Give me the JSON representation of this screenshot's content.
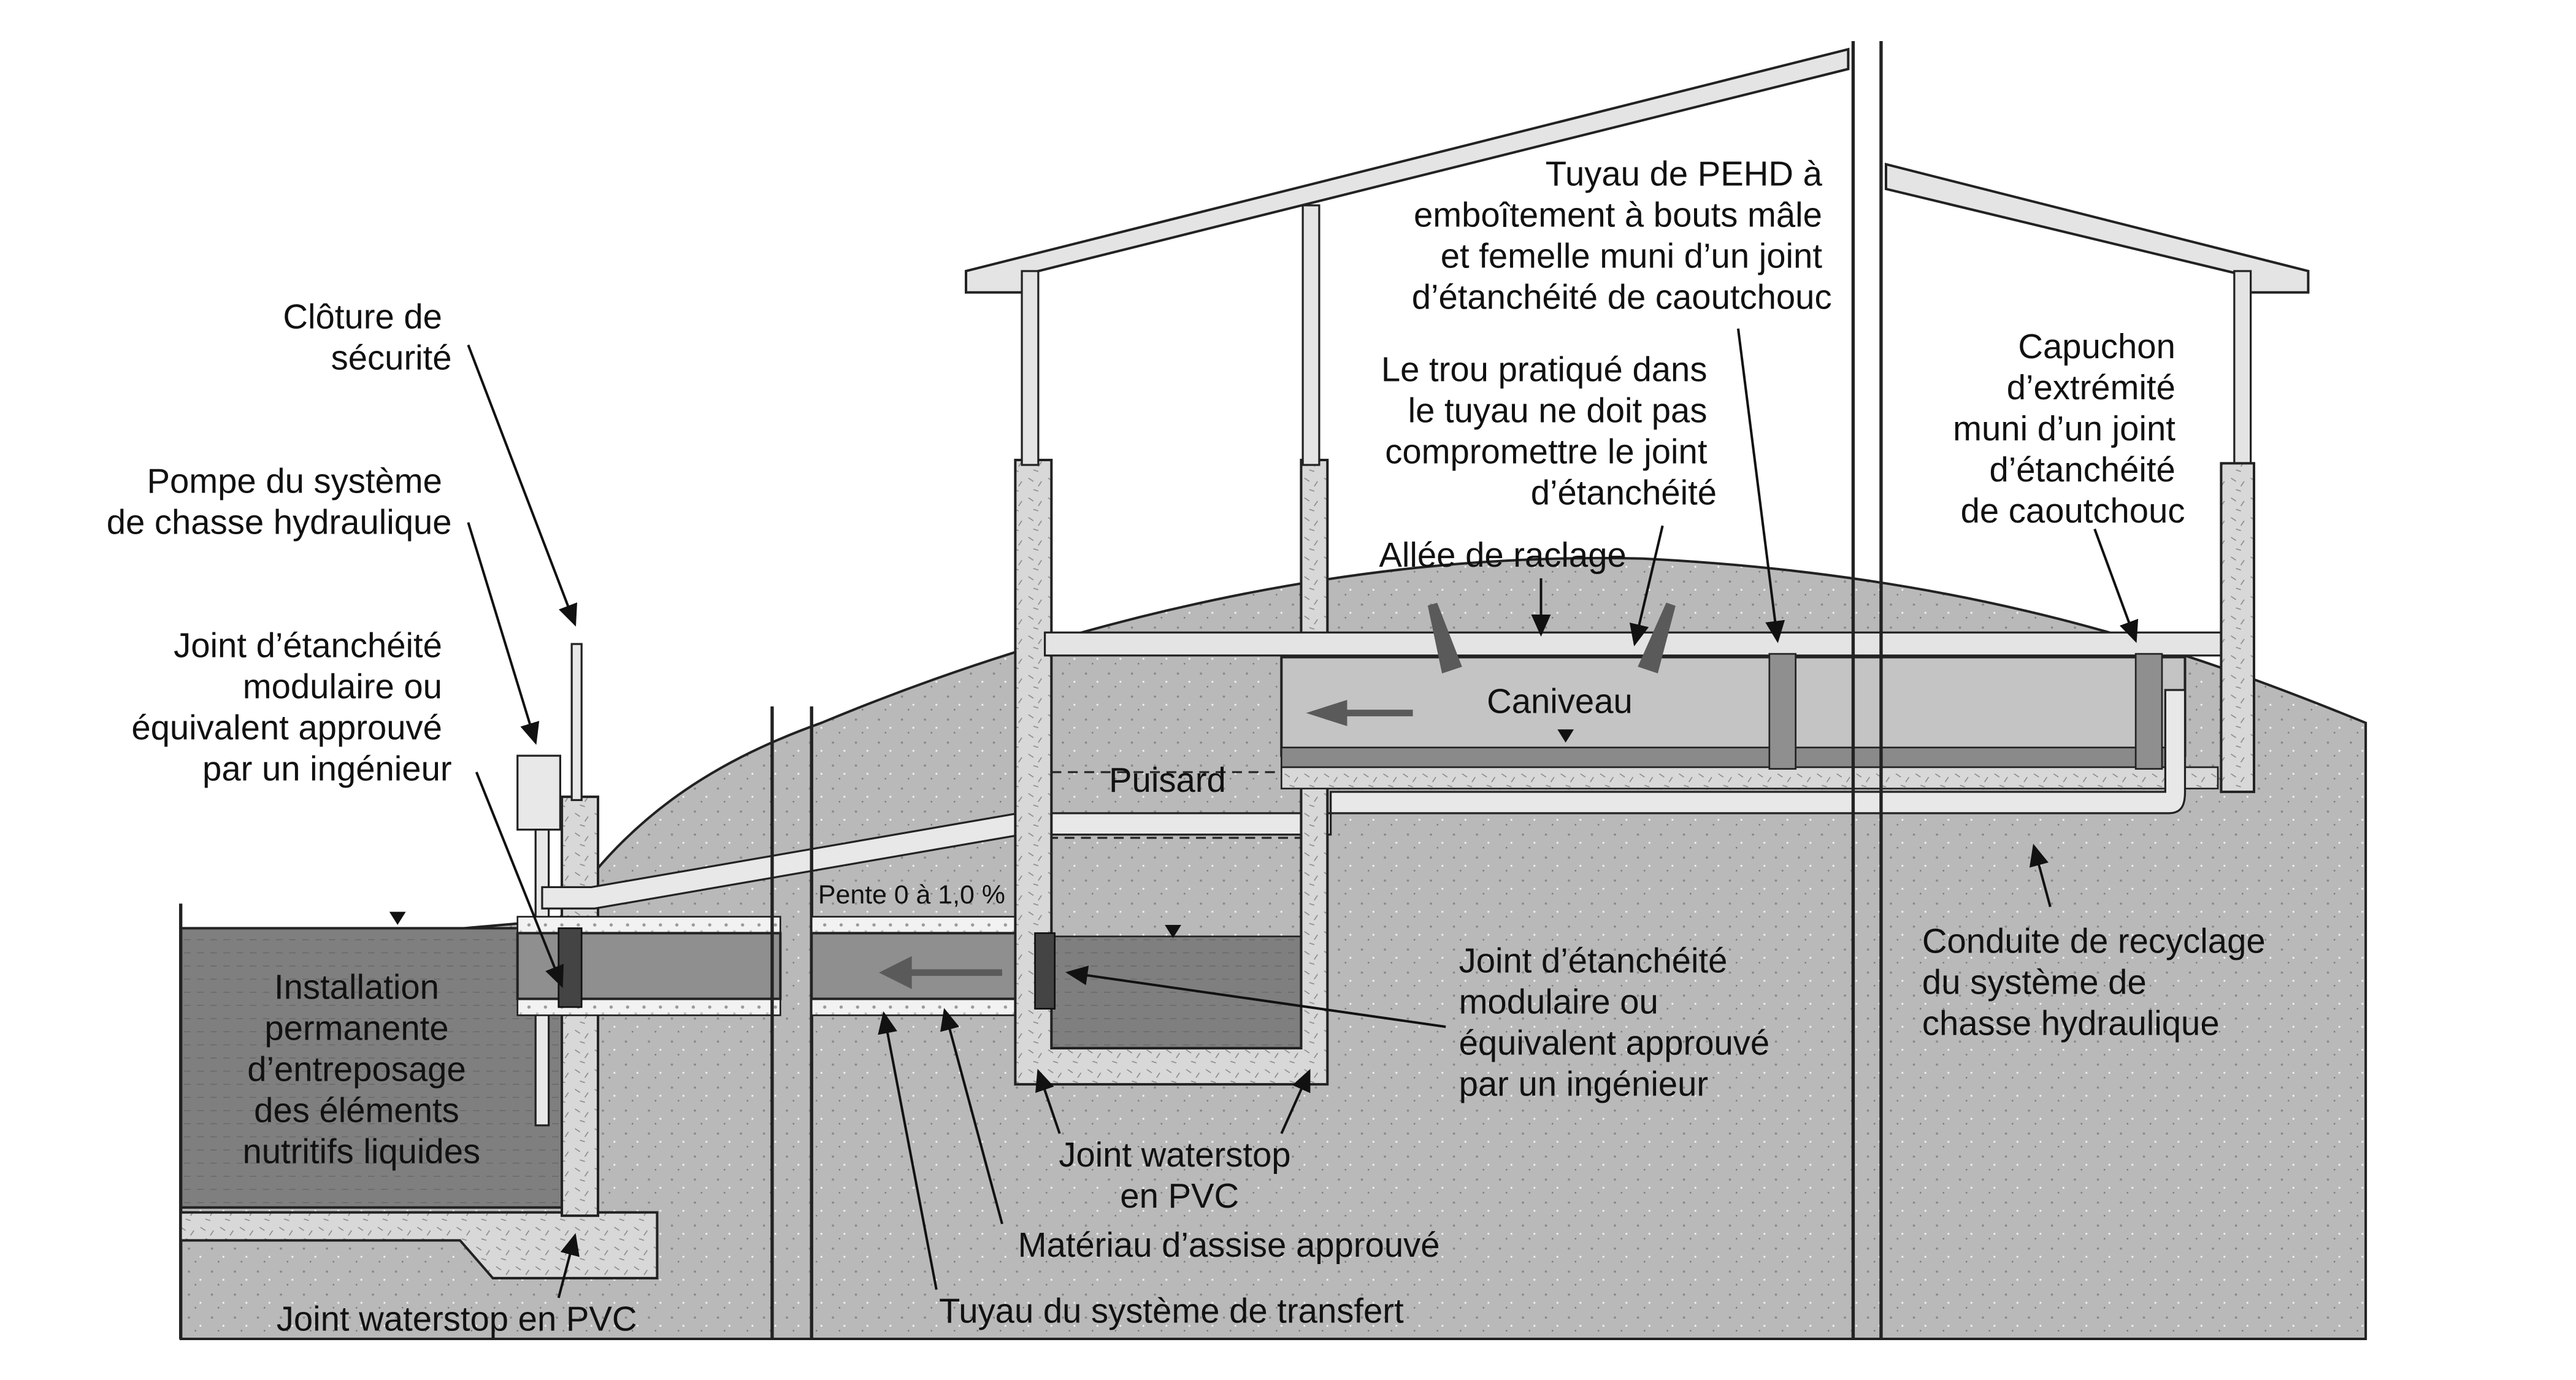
{
  "labels": {
    "cloture": [
      "Clôture de",
      "sécurité"
    ],
    "pompe": [
      "Pompe du système",
      "de chasse hydraulique"
    ],
    "joint_left": [
      "Joint d’étanchéité",
      "modulaire ou",
      "équivalent approuvé",
      "par un ingénieur"
    ],
    "installation": [
      "Installation",
      "permanente",
      "d’entreposage",
      "des éléments",
      "nutritifs liquides"
    ],
    "waterstop_bottom": "Joint waterstop en PVC",
    "pente": "Pente 0 à 1,0 %",
    "puisard": "Puisard",
    "tuyau_transfert": "Tuyau du système de transfert",
    "materiau": "Matériau d’assise approuvé",
    "waterstop_mid": [
      "Joint waterstop",
      "en PVC"
    ],
    "joint_right": [
      "Joint d’étanchéité",
      "modulaire ou",
      "équivalent approuvé",
      "par un ingénieur"
    ],
    "pehd": [
      "Tuyau de PEHD à",
      "emboîtement à bouts mâle",
      "et femelle muni d’un joint",
      "d’étanchéité de caoutchouc"
    ],
    "trou": [
      "Le trou pratiqué dans",
      "le tuyau ne doit pas",
      "compromettre le joint",
      "d’étanchéité"
    ],
    "allee": "Allée de raclage",
    "caniveau": "Caniveau",
    "capuchon": [
      "Capuchon",
      "d’extrémité",
      "muni d’un joint",
      "d’étanchéité",
      "de caoutchouc"
    ],
    "conduite": [
      "Conduite de recyclage",
      "du système de",
      "chasse hydraulique"
    ]
  }
}
